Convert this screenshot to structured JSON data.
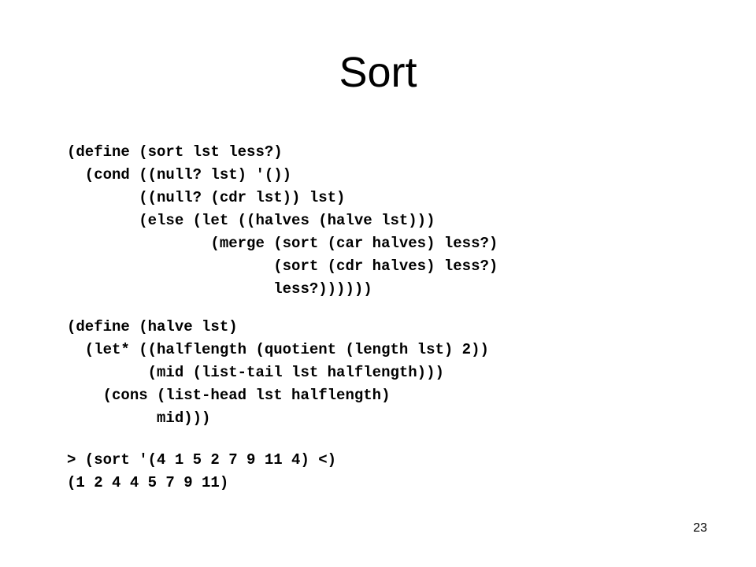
{
  "slide": {
    "title": "Sort",
    "page_number": "23"
  },
  "code": {
    "sort_definition": "(define (sort lst less?)\n  (cond ((null? lst) '())\n        ((null? (cdr lst)) lst)\n        (else (let ((halves (halve lst)))\n                (merge (sort (car halves) less?)\n                       (sort (cdr halves) less?)\n                       less?))))))",
    "halve_definition": "(define (halve lst)\n  (let* ((halflength (quotient (length lst) 2))\n         (mid (list-tail lst halflength)))\n    (cons (list-head lst halflength)\n          mid)))",
    "repl_example": "> (sort '(4 1 5 2 7 9 11 4) <)\n(1 2 4 4 5 7 9 11)"
  }
}
